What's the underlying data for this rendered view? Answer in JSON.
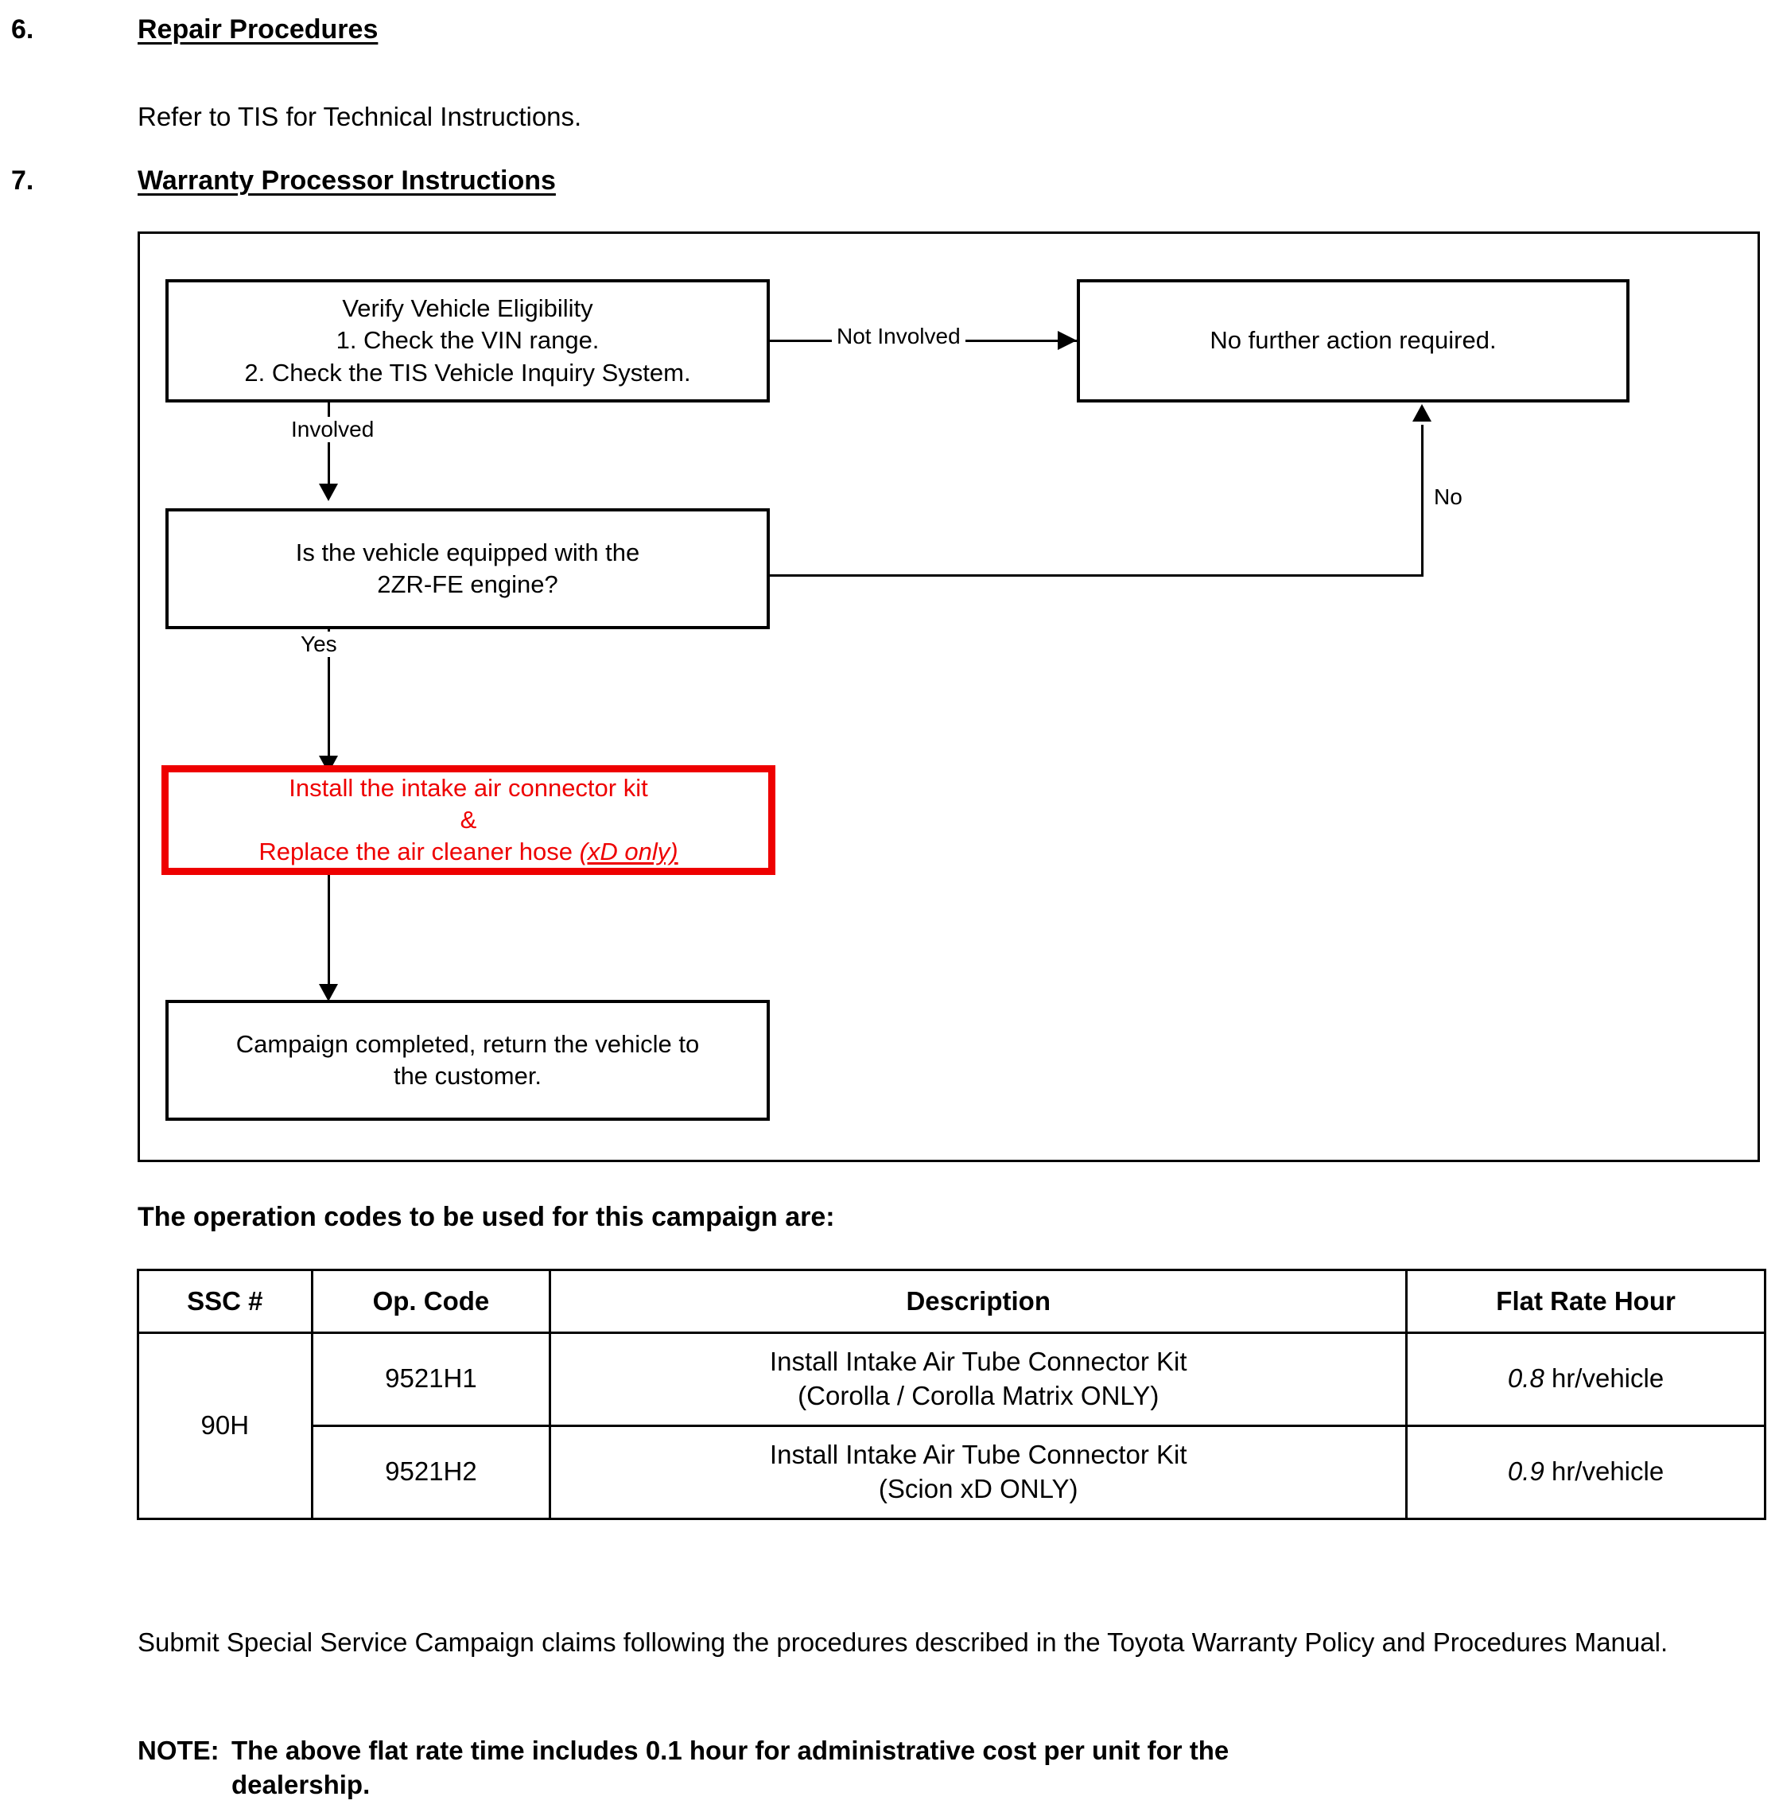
{
  "sections": [
    {
      "number": "6.",
      "title": "Repair Procedures",
      "body": "Refer to TIS for Technical Instructions."
    },
    {
      "number": "7.",
      "title": "Warranty Processor Instructions"
    }
  ],
  "flowchart": {
    "nodes": {
      "verify": {
        "line1": "Verify Vehicle Eligibility",
        "line2": "1. Check the VIN range.",
        "line3": "2. Check the TIS Vehicle Inquiry System."
      },
      "no_action": {
        "line1": "No further action required."
      },
      "engine_question": {
        "line1": "Is the vehicle equipped with the",
        "line2": "2ZR-FE engine?"
      },
      "install_kit": {
        "line1": "Install the intake air connector kit",
        "line2": "&",
        "line3_main": "Replace the air cleaner hose ",
        "line3_em": "(xD only)"
      },
      "completed": {
        "line1": "Campaign completed, return the vehicle to",
        "line2": "the customer."
      }
    },
    "edge_labels": {
      "not_involved": "Not Involved",
      "involved": "Involved",
      "no": "No",
      "yes": "Yes"
    },
    "colors": {
      "highlight": "#ee0000",
      "line": "#000000"
    }
  },
  "op_table": {
    "heading": "The operation codes to be used for this campaign are:",
    "columns": [
      "SSC #",
      "Op. Code",
      "Description",
      "Flat Rate Hour"
    ],
    "ssc_number": "90H",
    "rows": [
      {
        "op_code": "9521H1",
        "description_line1": "Install Intake Air Tube Connector Kit",
        "description_line2": "(Corolla / Corolla Matrix ONLY)",
        "flat_rate_value": "0.8",
        "flat_rate_unit": " hr/vehicle"
      },
      {
        "op_code": "9521H2",
        "description_line1": "Install Intake Air Tube Connector Kit",
        "description_line2": "(Scion xD ONLY)",
        "flat_rate_value": "0.9",
        "flat_rate_unit": " hr/vehicle"
      }
    ]
  },
  "footer": {
    "submit_paragraph": "Submit Special Service Campaign claims following the procedures described in the Toyota Warranty Policy and Procedures Manual.",
    "note_label": "NOTE:",
    "note_line1": "The above flat rate time includes 0.1 hour for administrative cost per unit for the",
    "note_line2": "dealership."
  }
}
